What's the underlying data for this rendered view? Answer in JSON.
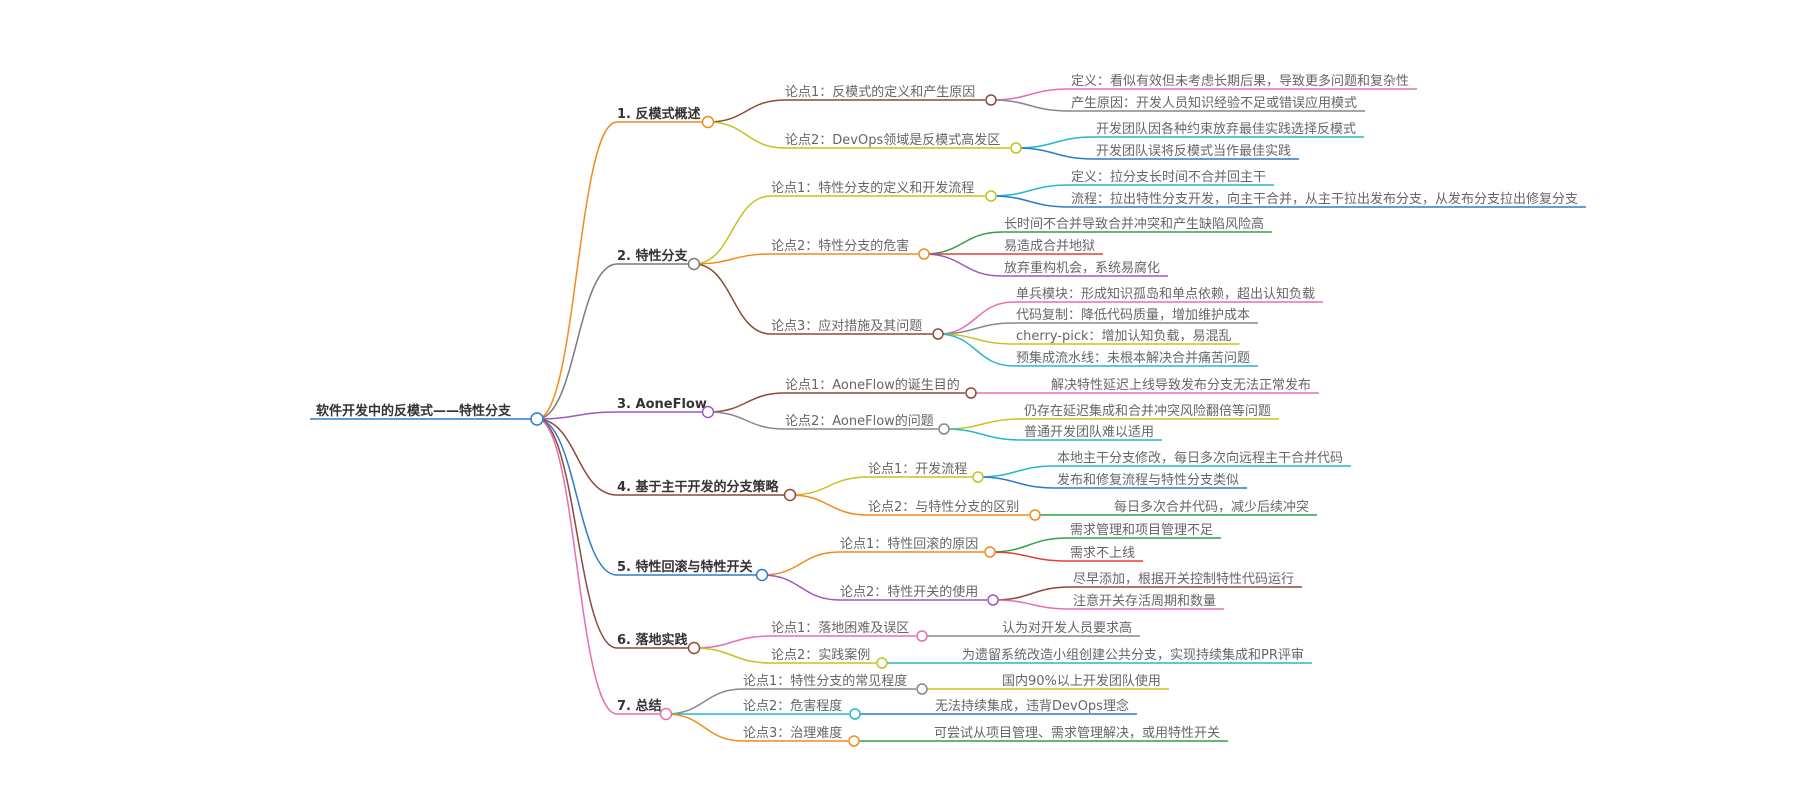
{
  "mindmap": {
    "root": {
      "label": "软件开发中的反模式——特性分支",
      "color": "#2b7bd1"
    },
    "branches": [
      {
        "label": "1. 反模式概述",
        "color": "#f28a1e",
        "children": [
          {
            "label": "论点1：反模式的定义和产生原因",
            "color": "#8b4a3a",
            "children": [
              {
                "label": "定义：看似有效但未考虑长期后果，导致更多问题和复杂性",
                "color": "#e66fb0"
              },
              {
                "label": "产生原因：开发人员知识经验不足或错误应用模式",
                "color": "#888888"
              }
            ]
          },
          {
            "label": "论点2：DevOps领域是反模式高发区",
            "color": "#c5c21f",
            "children": [
              {
                "label": "开发团队因各种约束放弃最佳实践选择反模式",
                "color": "#27b7c9"
              },
              {
                "label": "开发团队误将反模式当作最佳实践",
                "color": "#2b7bd1"
              }
            ]
          }
        ]
      },
      {
        "label": "2. 特性分支",
        "color": "#7a7a7a",
        "children": [
          {
            "label": "论点1：特性分支的定义和开发流程",
            "color": "#c5c21f",
            "children": [
              {
                "label": "定义：拉分支长时间不合并回主干",
                "color": "#27b7c9"
              },
              {
                "label": "流程：拉出特性分支开发，向主干合并，从主干拉出发布分支，从发布分支拉出修复分支",
                "color": "#2b7bd1"
              }
            ]
          },
          {
            "label": "论点2：特性分支的危害",
            "color": "#f28a1e",
            "children": [
              {
                "label": "长时间不合并导致合并冲突和产生缺陷风险高",
                "color": "#2ea04a"
              },
              {
                "label": "易造成合并地狱",
                "color": "#e0403a"
              },
              {
                "label": "放弃重构机会，系统易腐化",
                "color": "#9b59c4"
              }
            ]
          },
          {
            "label": "论点3：应对措施及其问题",
            "color": "#8b4a3a",
            "children": [
              {
                "label": "单兵模块：形成知识孤岛和单点依赖，超出认知负载",
                "color": "#e66fb0"
              },
              {
                "label": "代码复制：降低代码质量，增加维护成本",
                "color": "#888888"
              },
              {
                "label": "cherry-pick：增加认知负载，易混乱",
                "color": "#c5c21f"
              },
              {
                "label": "预集成流水线：未根本解决合并痛苦问题",
                "color": "#27b7c9"
              }
            ]
          }
        ]
      },
      {
        "label": "3. AoneFlow",
        "color": "#9b59c4",
        "children": [
          {
            "label": "论点1：AoneFlow的诞生目的",
            "color": "#8b4a3a",
            "children": [
              {
                "label": "解决特性延迟上线导致发布分支无法正常发布",
                "color": "#e66fb0"
              }
            ]
          },
          {
            "label": "论点2：AoneFlow的问题",
            "color": "#888888",
            "children": [
              {
                "label": "仍存在延迟集成和合并冲突风险翻倍等问题",
                "color": "#c5c21f"
              },
              {
                "label": "普通开发团队难以适用",
                "color": "#27b7c9"
              }
            ]
          }
        ]
      },
      {
        "label": "4. 基于主干开发的分支策略",
        "color": "#8b4a3a",
        "children": [
          {
            "label": "论点1：开发流程",
            "color": "#c5c21f",
            "children": [
              {
                "label": "本地主干分支修改，每日多次向远程主干合并代码",
                "color": "#27b7c9"
              },
              {
                "label": "发布和修复流程与特性分支类似",
                "color": "#2b7bd1"
              }
            ]
          },
          {
            "label": "论点2：与特性分支的区别",
            "color": "#f28a1e",
            "children": [
              {
                "label": "每日多次合并代码，减少后续冲突",
                "color": "#2ea04a"
              }
            ]
          }
        ]
      },
      {
        "label": "5. 特性回滚与特性开关",
        "color": "#2b7bd1",
        "children": [
          {
            "label": "论点1：特性回滚的原因",
            "color": "#f28a1e",
            "children": [
              {
                "label": "需求管理和项目管理不足",
                "color": "#2ea04a"
              },
              {
                "label": "需求不上线",
                "color": "#e0403a"
              }
            ]
          },
          {
            "label": "论点2：特性开关的使用",
            "color": "#9b59c4",
            "children": [
              {
                "label": "尽早添加，根据开关控制特性代码运行",
                "color": "#8b4a3a"
              },
              {
                "label": "注意开关存活周期和数量",
                "color": "#e66fb0"
              }
            ]
          }
        ]
      },
      {
        "label": "6. 落地实践",
        "color": "#8b4a3a",
        "children": [
          {
            "label": "论点1：落地困难及误区",
            "color": "#e66fb0",
            "children": [
              {
                "label": "认为对开发人员要求高",
                "color": "#888888"
              }
            ]
          },
          {
            "label": "论点2：实践案例",
            "color": "#c5c21f",
            "children": [
              {
                "label": "为遗留系统改造小组创建公共分支，实现持续集成和PR评审",
                "color": "#27b7c9"
              }
            ]
          }
        ]
      },
      {
        "label": "7. 总结",
        "color": "#e66fb0",
        "children": [
          {
            "label": "论点1：特性分支的常见程度",
            "color": "#888888",
            "children": [
              {
                "label": "国内90%以上开发团队使用",
                "color": "#c5c21f"
              }
            ]
          },
          {
            "label": "论点2：危害程度",
            "color": "#27b7c9",
            "children": [
              {
                "label": "无法持续集成，违背DevOps理念",
                "color": "#2b7bd1"
              }
            ]
          },
          {
            "label": "论点3：治理难度",
            "color": "#f28a1e",
            "children": [
              {
                "label": "可尝试从项目管理、需求管理解决，或用特性开关",
                "color": "#2ea04a"
              }
            ]
          }
        ]
      }
    ]
  }
}
